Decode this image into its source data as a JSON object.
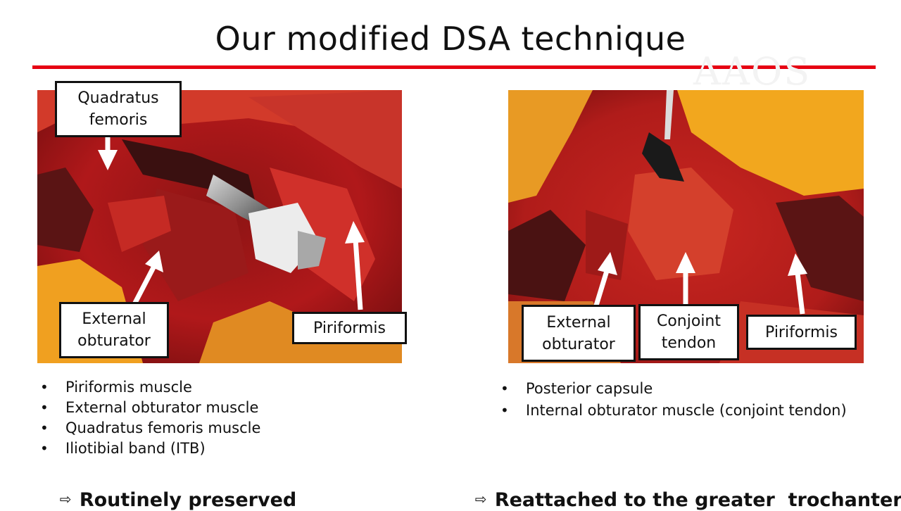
{
  "title": "Our modified DSA technique",
  "watermark": "AAOS",
  "colors": {
    "accent_rule": "#e60012"
  },
  "left_panel": {
    "labels": {
      "quadratus": "Quadratus\nfemoris",
      "external_obturator": "External\nobturator",
      "piriformis": "Piriformis"
    },
    "bullets": [
      "Piriformis muscle",
      "External obturator muscle",
      "Quadratus femoris muscle",
      "Iliotibial band (ITB)"
    ],
    "conclusion_arrow": "⇨",
    "conclusion": "Routinely preserved"
  },
  "right_panel": {
    "labels": {
      "external_obturator": "External\nobturator",
      "conjoint": "Conjoint\ntendon",
      "piriformis": "Piriformis"
    },
    "bullets": [
      "Posterior capsule",
      "Internal obturator muscle (conjoint tendon)"
    ],
    "conclusion_arrow": "⇨",
    "conclusion": "Reattached to the greater  trochanter"
  }
}
